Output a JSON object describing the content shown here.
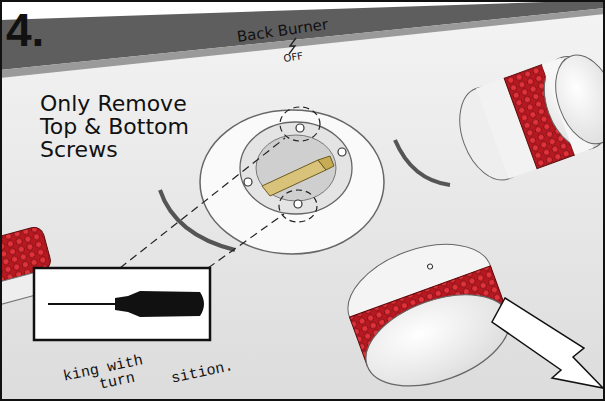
{
  "diagram": {
    "labels": [
      "4.",
      "Back Burner",
      "OFF",
      "Only Remove Top & Bottom Screws",
      "king with",
      "turn",
      "sition."
    ]
  }
}
